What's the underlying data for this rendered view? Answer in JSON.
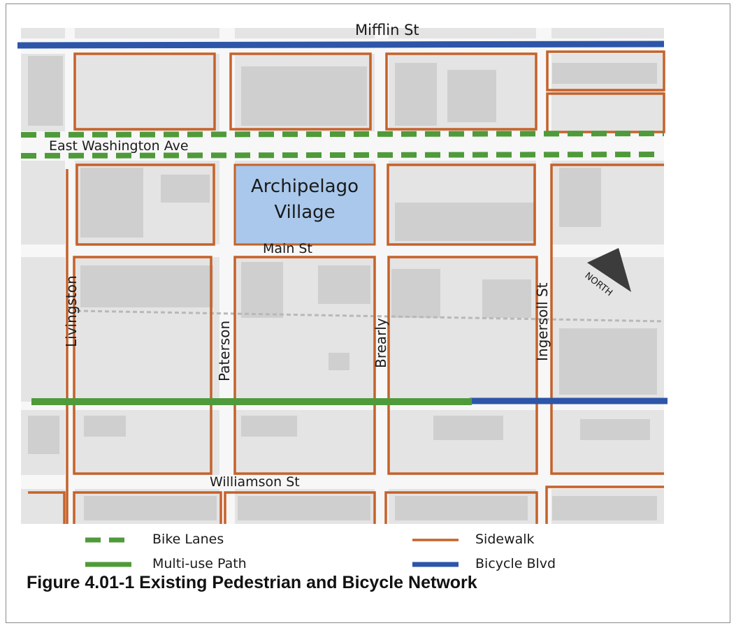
{
  "map": {
    "streets": {
      "mifflin": "Mifflin St",
      "east_washington": "East Washington Ave",
      "main": "Main St",
      "williamson": "Williamson St",
      "livingston": "Livingston",
      "paterson": "Paterson",
      "brearly": "Brearly",
      "ingersoll": "Ingersoll St"
    },
    "site": {
      "line1": "Archipelago",
      "line2": "Village",
      "color": "#a9c8ec"
    },
    "north_label": "NORTH",
    "colors": {
      "sidewalk": "#c5622a",
      "bike_lanes": "#4f9a3a",
      "multi_use_path": "#4f9a3a",
      "bicycle_blvd": "#2d55a8",
      "basemap": "#e4e4e4",
      "streets": "#f7f7f7"
    }
  },
  "legend": {
    "bike_lanes": "Bike Lanes",
    "multi_use_path": "Multi-use Path",
    "sidewalk": "Sidewalk",
    "bicycle_blvd": "Bicycle Blvd"
  },
  "caption": "Figure 4.01-1  Existing Pedestrian and Bicycle Network"
}
